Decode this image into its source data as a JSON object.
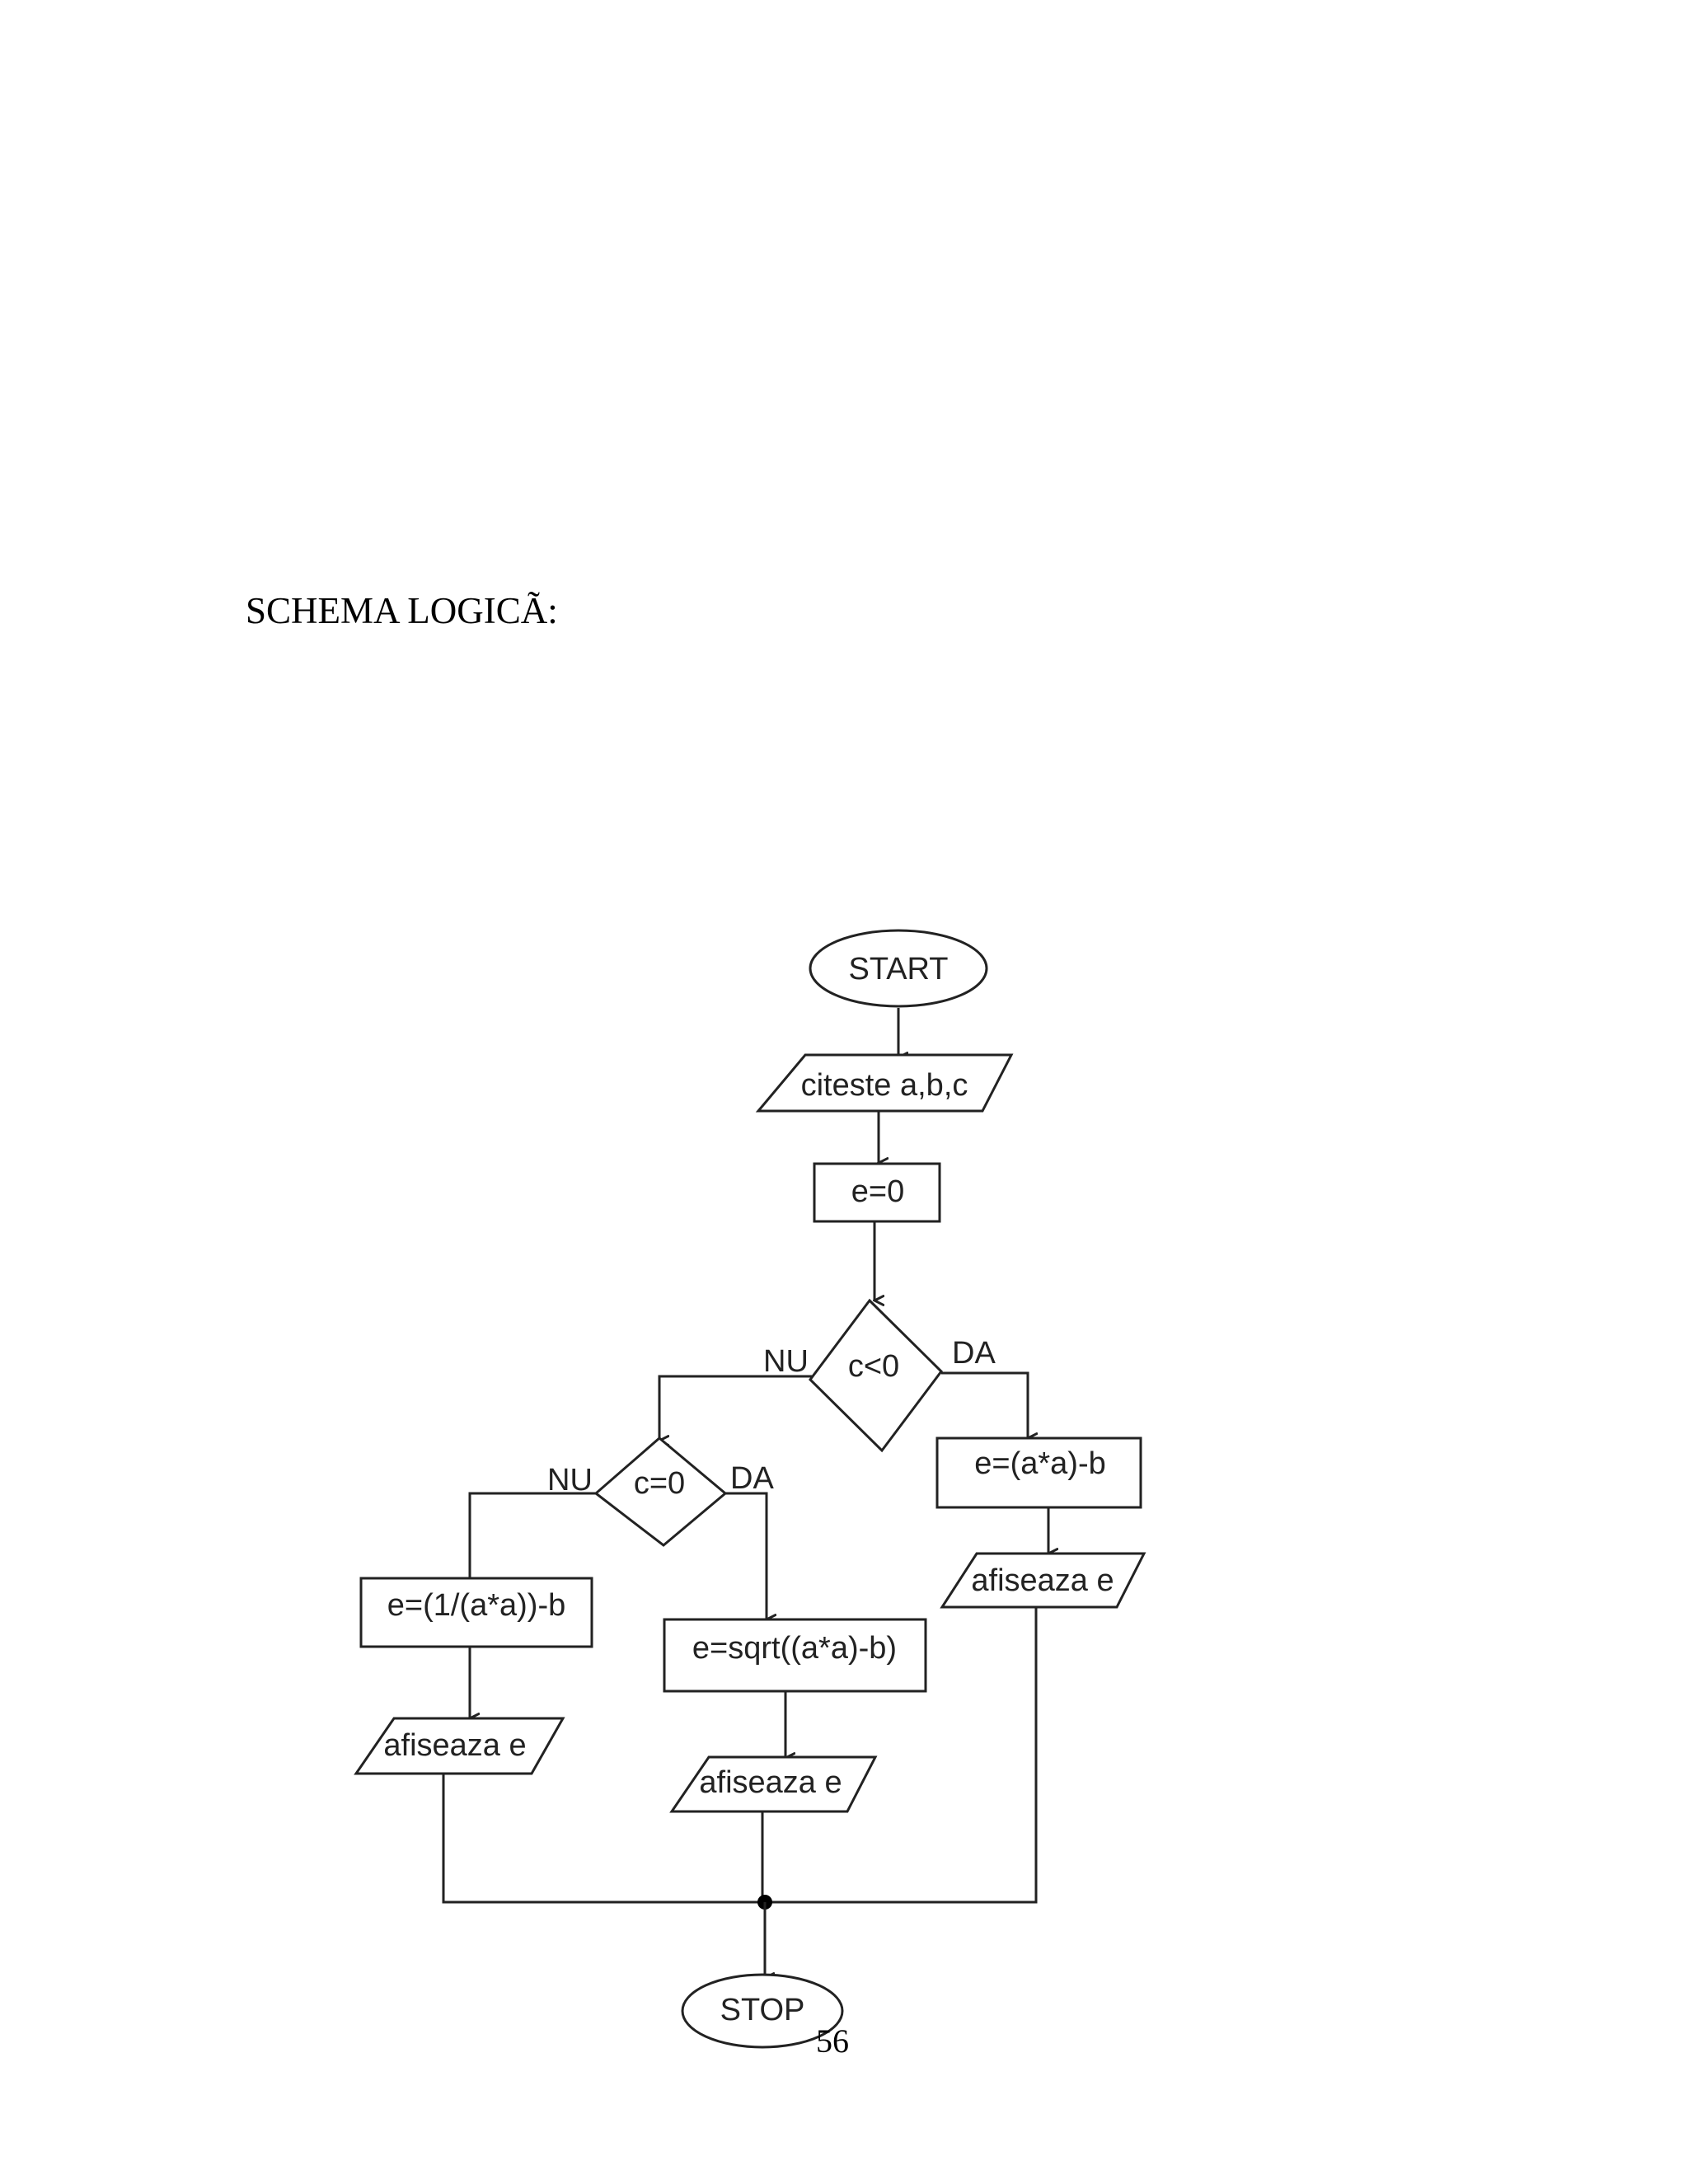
{
  "heading": "SCHEMA LOGICÃ:",
  "page_number": "56",
  "flowchart": {
    "start": "START",
    "read": "citeste a,b,c",
    "init": "e=0",
    "decision1": "c<0",
    "decision1_no": "NU",
    "decision1_yes": "DA",
    "assign_yes1": "e=(a*a)-b",
    "output1": "afiseaza e",
    "decision2": "c=0",
    "decision2_no": "NU",
    "decision2_yes": "DA",
    "assign_no2": "e=(1/(a*a))-b",
    "output2": "afiseaza e",
    "assign_yes2": "e=sqrt((a*a)-b)",
    "output3": "afiseaza e",
    "stop": "STOP"
  }
}
